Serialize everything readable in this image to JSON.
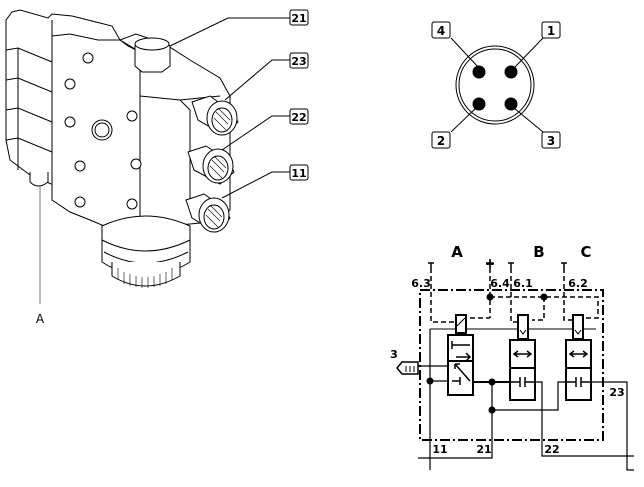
{
  "valve_drawing": {
    "callouts": [
      {
        "id": "callout-21",
        "label": "21"
      },
      {
        "id": "callout-23",
        "label": "23"
      },
      {
        "id": "callout-22",
        "label": "22"
      },
      {
        "id": "callout-11",
        "label": "11"
      }
    ],
    "connector_label": "A"
  },
  "connector_pinout": {
    "pins": [
      {
        "label": "4"
      },
      {
        "label": "1"
      },
      {
        "label": "2"
      },
      {
        "label": "3"
      }
    ]
  },
  "schematic": {
    "section_labels": [
      "A",
      "B",
      "C"
    ],
    "electrical_labels": [
      "6.3",
      "6.4",
      "6.1",
      "6.2"
    ],
    "plus_symbol": "+",
    "port_labels": {
      "exhaust": "3",
      "supply": "11",
      "out_21": "21",
      "out_22": "22",
      "out_23": "23"
    }
  }
}
